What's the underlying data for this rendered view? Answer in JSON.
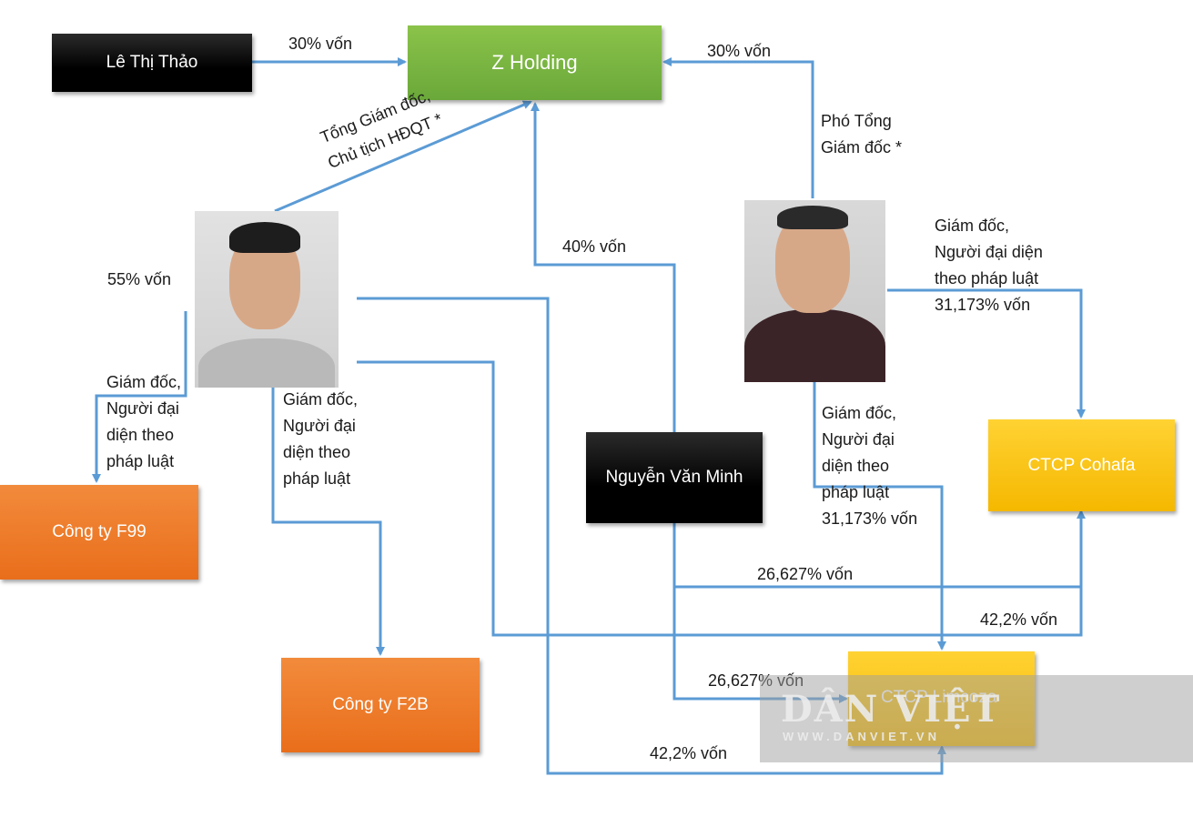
{
  "nodes": {
    "le_thi_thao": "Lê Thị Thảo",
    "z_holding": "Z Holding",
    "nguyen_van_minh": "Nguyễn Văn Minh",
    "cong_ty_f99": "Công ty F99",
    "cong_ty_f2b": "Công ty F2B",
    "ctcp_cohafa": "CTCP Cohafa",
    "ctcp_limcoza": "CTCP Limcoza"
  },
  "labels": {
    "thao_to_z": "30% vốn",
    "vp_to_z": "30% vốn",
    "vice_role": "Phó Tổng\nGiám đốc *",
    "ceo_role": "Tổng Giám đốc,\nChủ tịch HĐQT *",
    "minh_to_z": "40% vốn",
    "left_share": "55% vốn",
    "left_f99_role": "Giám đốc,\nNgười đại\ndiện theo\npháp luật",
    "left_f2b_role": "Giám đốc,\nNgười đại\ndiện theo\npháp luật",
    "vp_cohafa_role": "Giám đốc,\nNgười đại diện\ntheo pháp luật\n31,173% vốn",
    "vp_limcoza_role": "Giám đốc,\nNgười đại\ndiện theo\npháp luật\n31,173% vốn",
    "minh_cohafa": "26,627% vốn",
    "left_cohafa": "42,2% vốn",
    "minh_limcoza": "26,627% vốn",
    "left_limcoza": "42,2% vốn"
  },
  "watermark": {
    "logo": "DÂN VIỆT",
    "url": "WWW.DANVIET.VN"
  },
  "colors": {
    "connector": "#5b9bd5",
    "black_box": "#000000",
    "green_box": "#70ad47",
    "orange_box": "#ed7d31",
    "yellow_box": "#ffc000"
  }
}
